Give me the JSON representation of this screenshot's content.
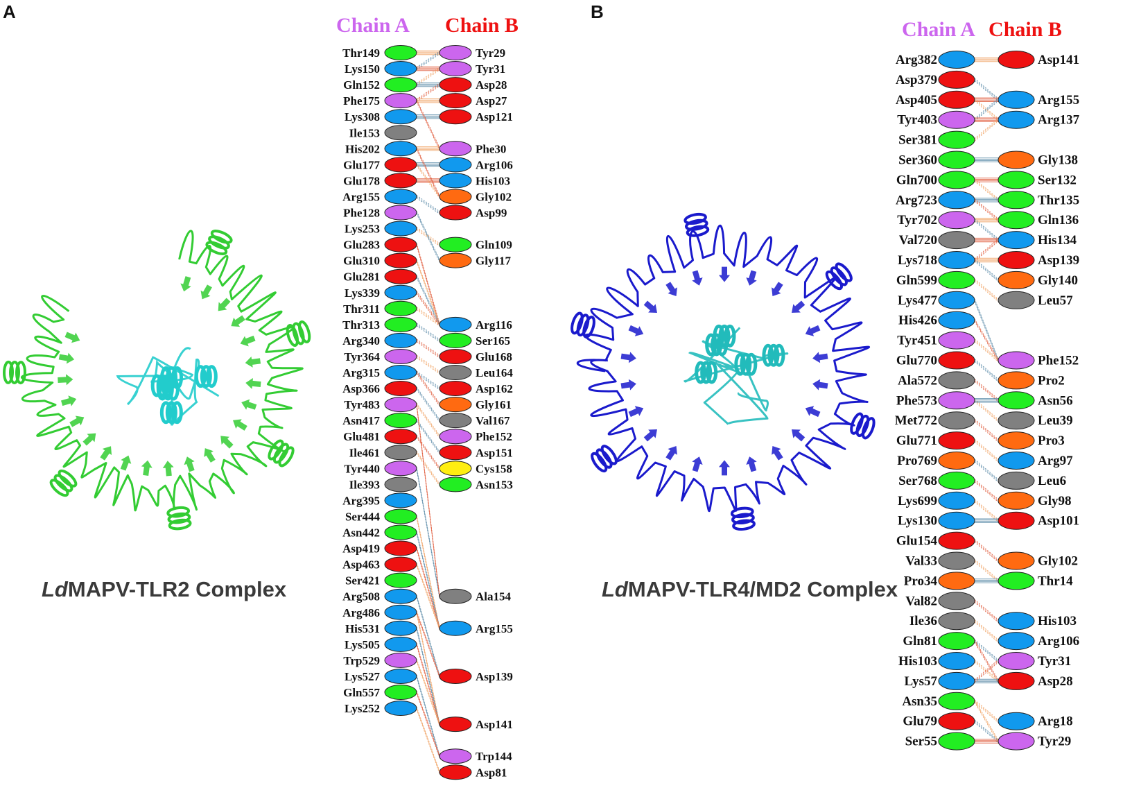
{
  "panels": [
    {
      "letter": "A",
      "caption_italic": "Ld",
      "caption_rest": "MAPV-TLR2 Complex",
      "chainA_header": "Chain A",
      "chainB_header": "Chain B",
      "chainA_color": "#cc66ee",
      "chainB_color": "#ee1111",
      "structure_colors": {
        "receptor": "#33cc33",
        "ligand": "#22cccc"
      },
      "chainA": [
        [
          "Thr149",
          "green"
        ],
        [
          "Lys150",
          "blue"
        ],
        [
          "Gln152",
          "green"
        ],
        [
          "Phe175",
          "violet"
        ],
        [
          "Lys308",
          "blue"
        ],
        [
          "Ile153",
          "gray"
        ],
        [
          "His202",
          "blue"
        ],
        [
          "Glu177",
          "red"
        ],
        [
          "Glu178",
          "red"
        ],
        [
          "Arg155",
          "blue"
        ],
        [
          "Phe128",
          "violet"
        ],
        [
          "Lys253",
          "blue"
        ],
        [
          "Glu283",
          "red"
        ],
        [
          "Glu310",
          "red"
        ],
        [
          "Glu281",
          "red"
        ],
        [
          "Lys339",
          "blue"
        ],
        [
          "Thr311",
          "green"
        ],
        [
          "Thr313",
          "green"
        ],
        [
          "Arg340",
          "blue"
        ],
        [
          "Tyr364",
          "violet"
        ],
        [
          "Arg315",
          "blue"
        ],
        [
          "Asp366",
          "red"
        ],
        [
          "Tyr483",
          "violet"
        ],
        [
          "Asn417",
          "green"
        ],
        [
          "Glu481",
          "red"
        ],
        [
          "Ile461",
          "gray"
        ],
        [
          "Tyr440",
          "violet"
        ],
        [
          "Ile393",
          "gray"
        ],
        [
          "Arg395",
          "blue"
        ],
        [
          "Ser444",
          "green"
        ],
        [
          "Asn442",
          "green"
        ],
        [
          "Asp419",
          "red"
        ],
        [
          "Asp463",
          "red"
        ],
        [
          "Ser421",
          "green"
        ],
        [
          "Arg508",
          "blue"
        ],
        [
          "Arg486",
          "blue"
        ],
        [
          "His531",
          "blue"
        ],
        [
          "Lys505",
          "blue"
        ],
        [
          "Trp529",
          "violet"
        ],
        [
          "Lys527",
          "blue"
        ],
        [
          "Gln557",
          "green"
        ],
        [
          "Lys252",
          "blue"
        ]
      ],
      "chainB": [
        [
          "Tyr29",
          "violet"
        ],
        [
          "Tyr31",
          "violet"
        ],
        [
          "Asp28",
          "red"
        ],
        [
          "Asp27",
          "red"
        ],
        [
          "Asp121",
          "red"
        ],
        [
          "Phe30",
          "violet"
        ],
        [
          "Arg106",
          "blue"
        ],
        [
          "His103",
          "blue"
        ],
        [
          "Gly102",
          "orange"
        ],
        [
          "Asp99",
          "red"
        ],
        [
          "Gln109",
          "green"
        ],
        [
          "Gly117",
          "orange"
        ],
        [
          "Arg116",
          "blue"
        ],
        [
          "Ser165",
          "green"
        ],
        [
          "Glu168",
          "red"
        ],
        [
          "Leu164",
          "gray"
        ],
        [
          "Asp162",
          "red"
        ],
        [
          "Gly161",
          "orange"
        ],
        [
          "Val167",
          "gray"
        ],
        [
          "Phe152",
          "violet"
        ],
        [
          "Asp151",
          "red"
        ],
        [
          "Cys158",
          "yellow"
        ],
        [
          "Asn153",
          "green"
        ],
        [
          "Ala154",
          "gray"
        ],
        [
          "Arg155",
          "blue"
        ],
        [
          "Asp139",
          "red"
        ],
        [
          "Asp141",
          "red"
        ],
        [
          "Trp144",
          "violet"
        ],
        [
          "Asp81",
          "red"
        ]
      ]
    },
    {
      "letter": "B",
      "caption_italic": "Ld",
      "caption_rest": "MAPV-TLR4/MD2 Complex",
      "chainA_header": "Chain A",
      "chainB_header": "Chain B",
      "chainA_color": "#cc66ee",
      "chainB_color": "#ee1111",
      "structure_colors": {
        "receptor": "#1a1acc",
        "ligand": "#22bbbb"
      },
      "chainA": [
        [
          "Arg382",
          "blue"
        ],
        [
          "Asp379",
          "red"
        ],
        [
          "Asp405",
          "red"
        ],
        [
          "Tyr403",
          "violet"
        ],
        [
          "Ser381",
          "green"
        ],
        [
          "Ser360",
          "green"
        ],
        [
          "Gln700",
          "green"
        ],
        [
          "Arg723",
          "blue"
        ],
        [
          "Tyr702",
          "violet"
        ],
        [
          "Val720",
          "gray"
        ],
        [
          "Lys718",
          "blue"
        ],
        [
          "Gln599",
          "green"
        ],
        [
          "Lys477",
          "blue"
        ],
        [
          "His426",
          "blue"
        ],
        [
          "Tyr451",
          "violet"
        ],
        [
          "Glu770",
          "red"
        ],
        [
          "Ala572",
          "gray"
        ],
        [
          "Phe573",
          "violet"
        ],
        [
          "Met772",
          "gray"
        ],
        [
          "Glu771",
          "red"
        ],
        [
          "Pro769",
          "orange"
        ],
        [
          "Ser768",
          "green"
        ],
        [
          "Lys699",
          "blue"
        ],
        [
          "Lys130",
          "blue"
        ],
        [
          "Glu154",
          "red"
        ],
        [
          "Val33",
          "gray"
        ],
        [
          "Pro34",
          "orange"
        ],
        [
          "Val82",
          "gray"
        ],
        [
          "Ile36",
          "gray"
        ],
        [
          "Gln81",
          "green"
        ],
        [
          "His103",
          "blue"
        ],
        [
          "Lys57",
          "blue"
        ],
        [
          "Asn35",
          "green"
        ],
        [
          "Glu79",
          "red"
        ],
        [
          "Ser55",
          "green"
        ]
      ],
      "chainB": [
        [
          "Asp141",
          "red"
        ],
        [
          "Arg155",
          "blue"
        ],
        [
          "Arg137",
          "blue"
        ],
        [
          "Gly138",
          "orange"
        ],
        [
          "Ser132",
          "green"
        ],
        [
          "Thr135",
          "green"
        ],
        [
          "Gln136",
          "green"
        ],
        [
          "His134",
          "blue"
        ],
        [
          "Asp139",
          "red"
        ],
        [
          "Gly140",
          "orange"
        ],
        [
          "Leu57",
          "gray"
        ],
        [
          "Phe152",
          "violet"
        ],
        [
          "Pro2",
          "orange"
        ],
        [
          "Asn56",
          "green"
        ],
        [
          "Leu39",
          "gray"
        ],
        [
          "Pro3",
          "orange"
        ],
        [
          "Arg97",
          "blue"
        ],
        [
          "Leu6",
          "gray"
        ],
        [
          "Gly98",
          "orange"
        ],
        [
          "Asp101",
          "red"
        ],
        [
          "Gly102",
          "orange"
        ],
        [
          "Thr14",
          "green"
        ],
        [
          "His103",
          "blue"
        ],
        [
          "Arg106",
          "blue"
        ],
        [
          "Tyr31",
          "violet"
        ],
        [
          "Asp28",
          "red"
        ],
        [
          "Arg18",
          "blue"
        ],
        [
          "Tyr29",
          "violet"
        ]
      ]
    }
  ],
  "residue_colors": {
    "green": "#22ee22",
    "blue": "#1199ee",
    "violet": "#cc66ee",
    "red": "#ee1111",
    "gray": "#808080",
    "orange": "#ff6a11",
    "yellow": "#ffee11"
  }
}
